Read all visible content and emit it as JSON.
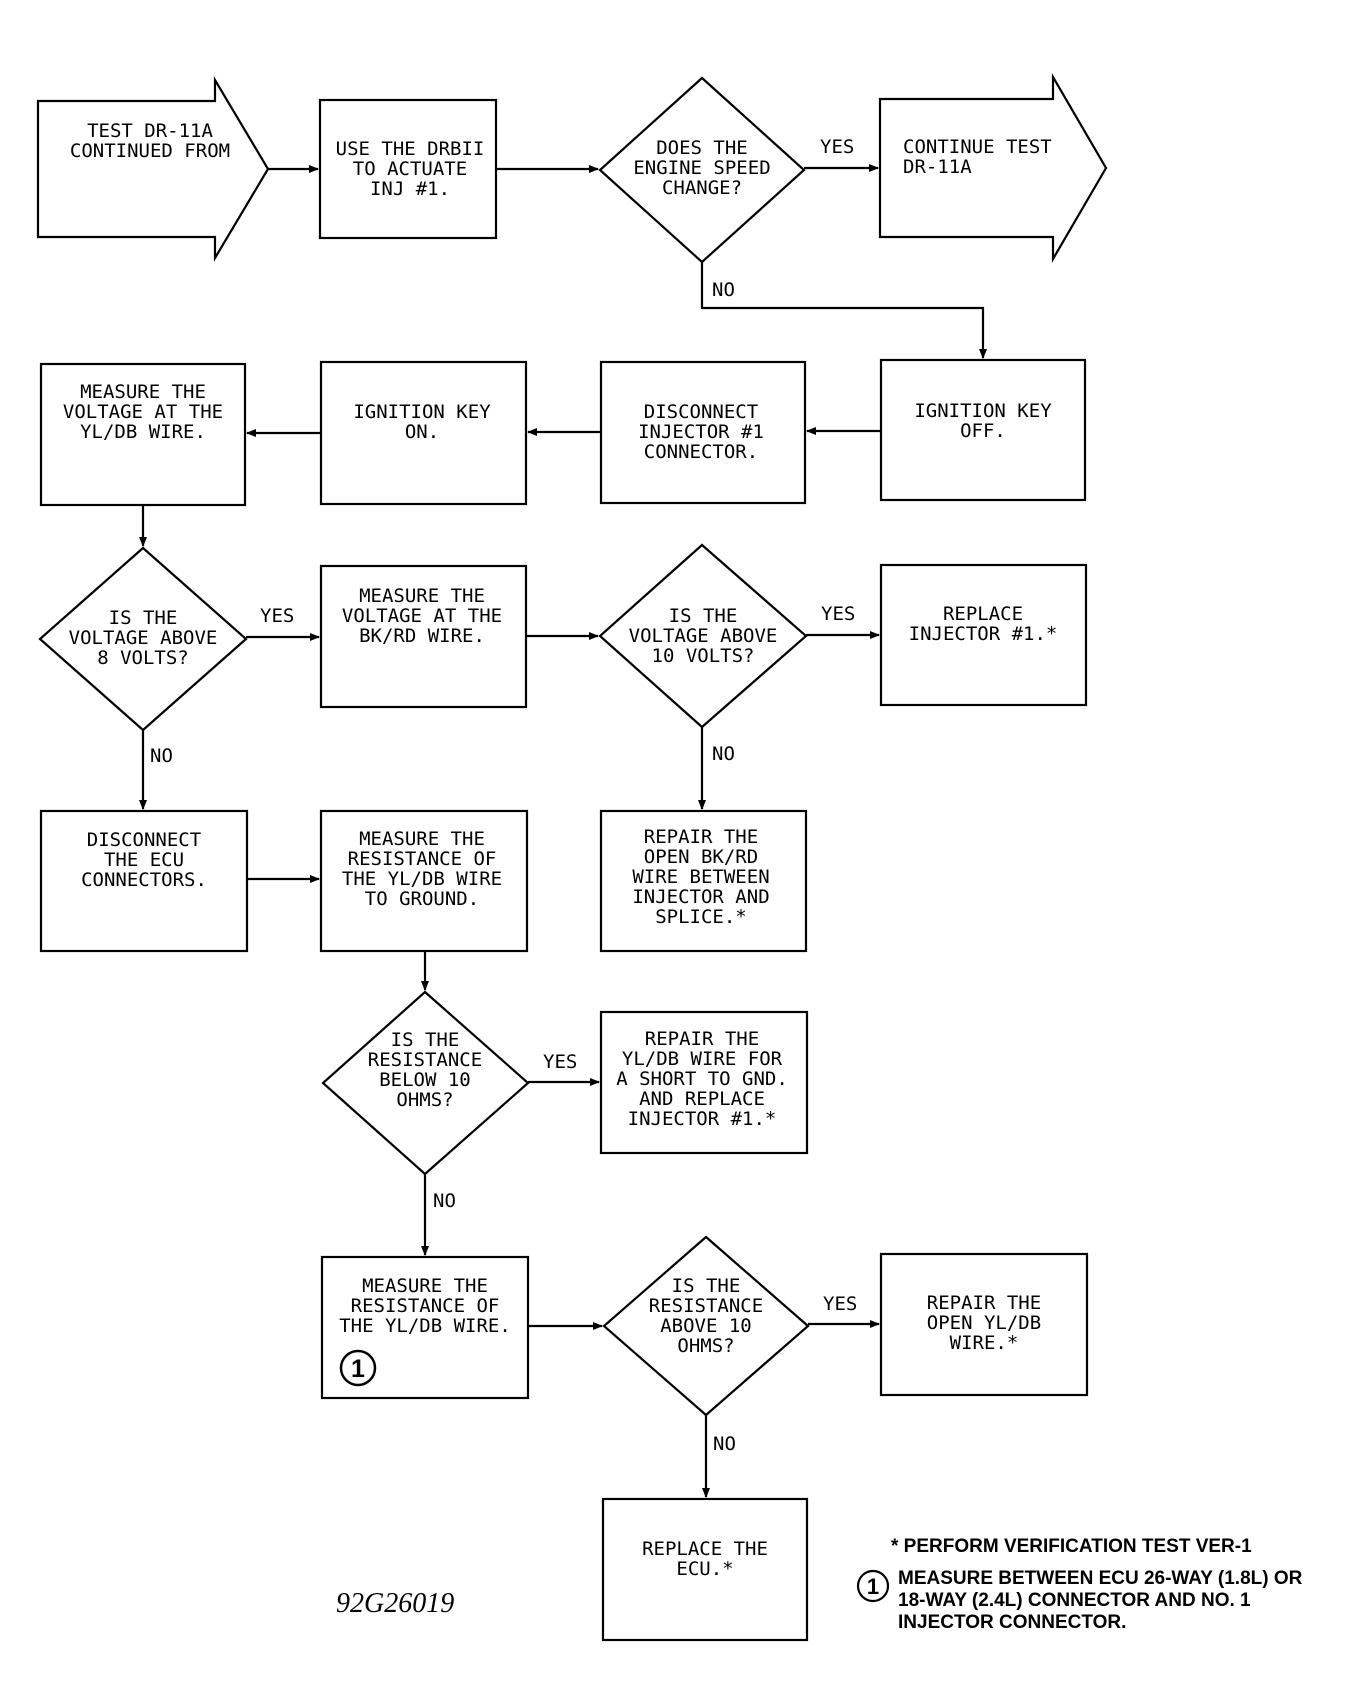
{
  "nodes": {
    "start": [
      "TEST DR-11A",
      "CONTINUED FROM"
    ],
    "use_drbii": [
      "USE THE DRBII",
      "TO ACTUATE",
      "INJ #1."
    ],
    "q_speed": [
      "DOES THE",
      "ENGINE SPEED",
      "CHANGE?"
    ],
    "continue": [
      "CONTINUE TEST",
      "DR-11A"
    ],
    "key_off": [
      "IGNITION KEY",
      "OFF."
    ],
    "disconnect_inj": [
      "DISCONNECT",
      "INJECTOR #1",
      "CONNECTOR."
    ],
    "key_on": [
      "IGNITION KEY",
      "ON."
    ],
    "measure_yl": [
      "MEASURE THE",
      "VOLTAGE AT THE",
      "YL/DB WIRE."
    ],
    "q_8v": [
      "IS THE",
      "VOLTAGE ABOVE",
      "8 VOLTS?"
    ],
    "measure_bk": [
      "MEASURE THE",
      "VOLTAGE AT THE",
      "BK/RD WIRE."
    ],
    "q_10v": [
      "IS THE",
      "VOLTAGE ABOVE",
      "10 VOLTS?"
    ],
    "replace_inj": [
      "REPLACE",
      "INJECTOR #1.*"
    ],
    "repair_bk": [
      "REPAIR THE",
      "OPEN BK/RD",
      "WIRE BETWEEN",
      "INJECTOR AND",
      "SPLICE.*"
    ],
    "disconnect_ecu": [
      "DISCONNECT",
      "THE ECU",
      "CONNECTORS."
    ],
    "measure_res_gnd": [
      "MEASURE THE",
      "RESISTANCE OF",
      "THE YL/DB WIRE",
      "TO GROUND."
    ],
    "q_below10": [
      "IS THE",
      "RESISTANCE",
      "BELOW 10",
      "OHMS?"
    ],
    "repair_short": [
      "REPAIR THE",
      "YL/DB WIRE FOR",
      "A SHORT TO GND.",
      "AND REPLACE",
      "INJECTOR #1.*"
    ],
    "measure_res_wire": [
      "MEASURE THE",
      "RESISTANCE OF",
      "THE YL/DB WIRE."
    ],
    "q_above10": [
      "IS THE",
      "RESISTANCE",
      "ABOVE 10",
      "OHMS?"
    ],
    "repair_open": [
      "REPAIR THE",
      "OPEN YL/DB",
      "WIRE.*"
    ],
    "replace_ecu": [
      "REPLACE THE",
      "ECU.*"
    ]
  },
  "edge_labels": {
    "yes": "YES",
    "no": "NO"
  },
  "figure_id": "92G26019",
  "callout_number": "1",
  "notes": {
    "verification": "* PERFORM VERIFICATION TEST VER-1",
    "measure_lines": [
      "MEASURE BETWEEN ECU 26-WAY (1.8L) OR",
      "18-WAY (2.4L) CONNECTOR AND NO. 1",
      "INJECTOR CONNECTOR."
    ]
  }
}
